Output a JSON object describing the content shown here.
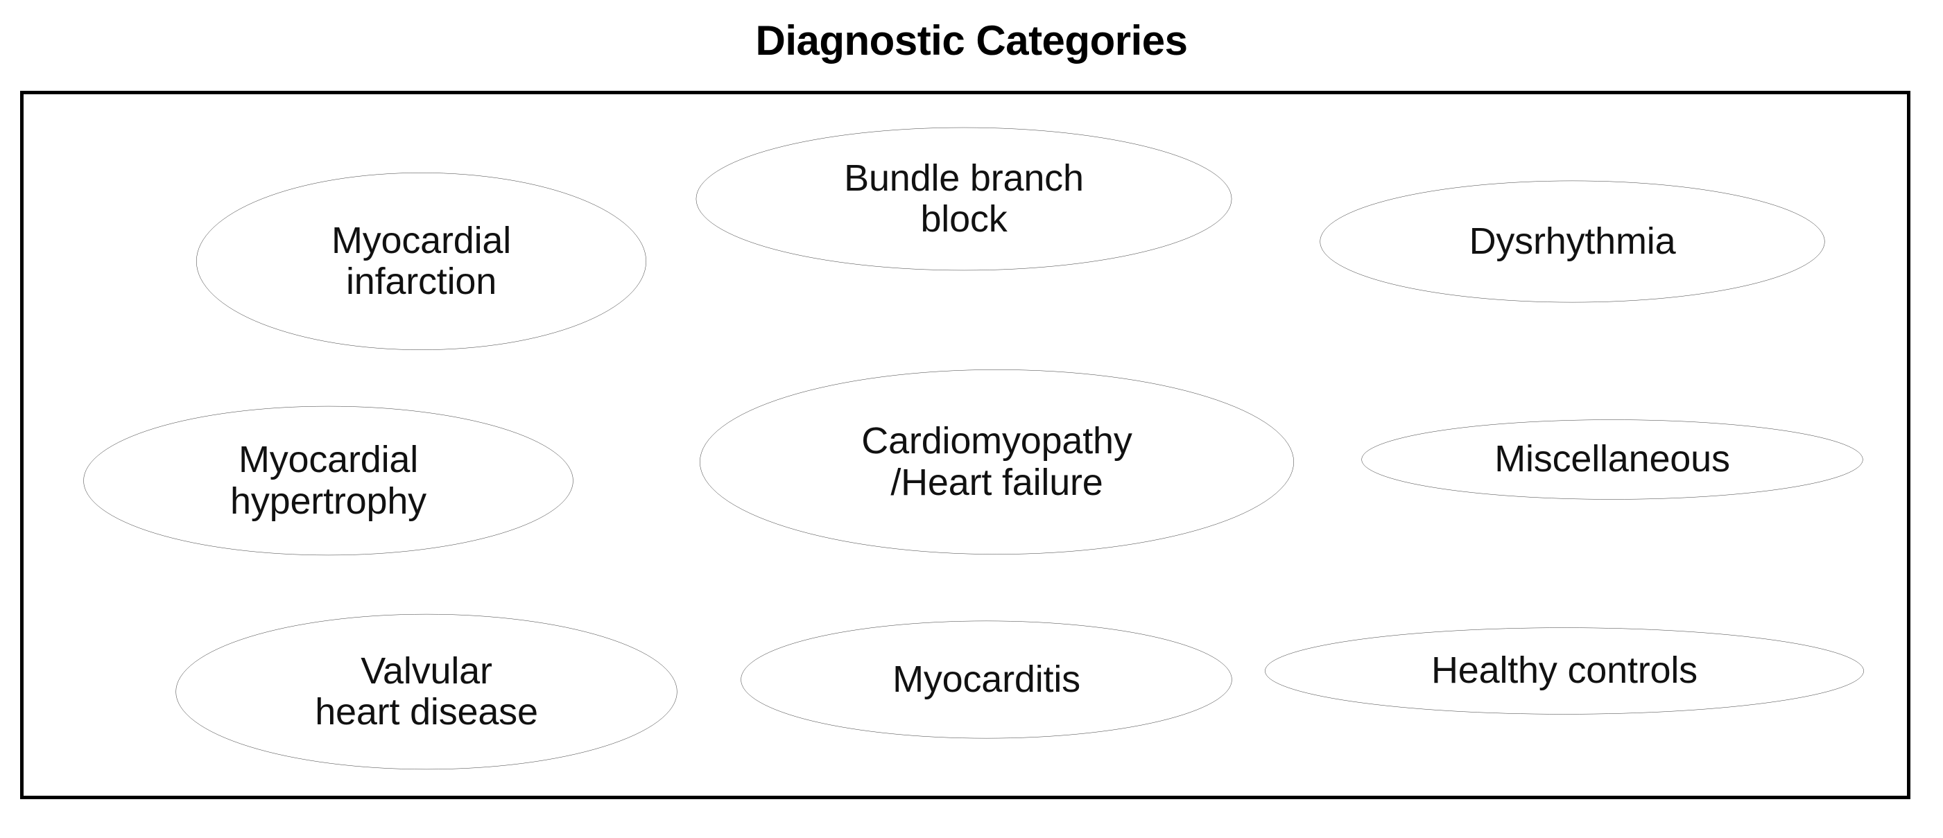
{
  "figure": {
    "title": "Diagnostic Categories",
    "frame_border_color": "#000000",
    "background_color": "#ffffff",
    "ellipse_stroke_color": "#111111",
    "text_color": "#111111"
  },
  "nodes": [
    {
      "id": "myocardial-infarction",
      "label": "Myocardial\ninfarction",
      "row": 1,
      "column": 1
    },
    {
      "id": "bundle-branch-block",
      "label": "Bundle branch\nblock",
      "row": 1,
      "column": 2
    },
    {
      "id": "dysrhythmia",
      "label": "Dysrhythmia",
      "row": 1,
      "column": 3
    },
    {
      "id": "myocardial-hypertrophy",
      "label": "Myocardial\nhypertrophy",
      "row": 2,
      "column": 1
    },
    {
      "id": "cardiomyopathy",
      "label": "Cardiomyopathy\n/Heart failure",
      "row": 2,
      "column": 2
    },
    {
      "id": "miscellaneous",
      "label": "Miscellaneous",
      "row": 2,
      "column": 3
    },
    {
      "id": "valvular-heart-disease",
      "label": "Valvular\nheart disease",
      "row": 3,
      "column": 1
    },
    {
      "id": "myocarditis",
      "label": "Myocarditis",
      "row": 3,
      "column": 2
    },
    {
      "id": "healthy-controls",
      "label": "Healthy controls",
      "row": 3,
      "column": 3
    }
  ]
}
